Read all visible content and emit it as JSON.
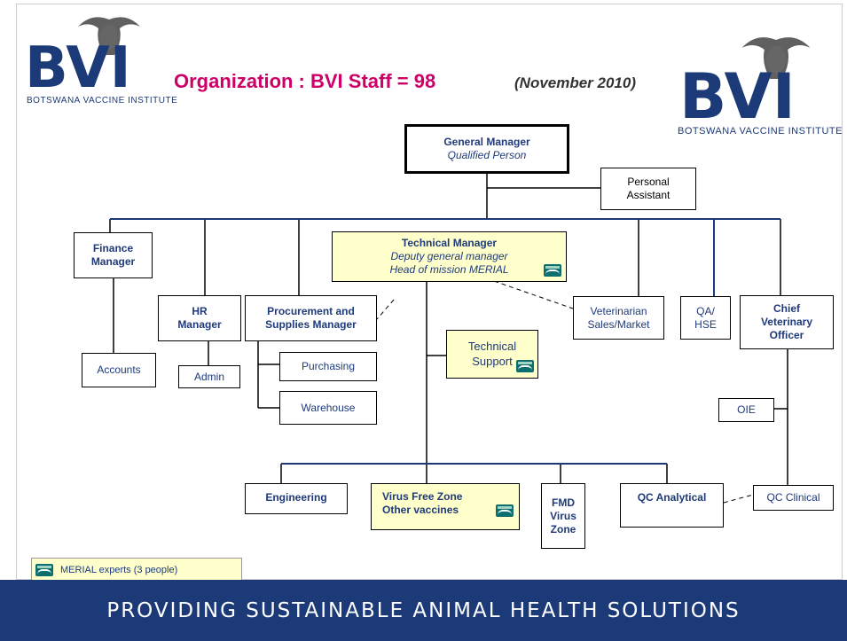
{
  "title": "Organization : BVI Staff = 98",
  "subtitle": "(November 2010)",
  "logo": {
    "letters": "BVI",
    "text": "BOTSWANA VACCINE INSTITUTE"
  },
  "boxes": {
    "gm": {
      "title": "General Manager",
      "sub": "Qualified Person"
    },
    "pa": {
      "line1": "Personal",
      "line2": "Assistant"
    },
    "finance": {
      "line1": "Finance",
      "line2": "Manager"
    },
    "tech": {
      "title": "Technical Manager",
      "sub1": "Deputy general manager",
      "sub2": "Head of mission MERIAL"
    },
    "hr": {
      "line1": "HR",
      "line2": "Manager"
    },
    "procurement": {
      "line1": "Procurement and",
      "line2": "Supplies Manager"
    },
    "vet": {
      "line1": "Veterinarian",
      "line2": "Sales/Market"
    },
    "qa": {
      "line1": "QA/",
      "line2": "HSE"
    },
    "cvo": {
      "line1": "Chief",
      "line2": "Veterinary",
      "line3": "Officer"
    },
    "accounts": {
      "label": "Accounts"
    },
    "admin": {
      "label": "Admin"
    },
    "purchasing": {
      "label": "Purchasing"
    },
    "warehouse": {
      "label": "Warehouse"
    },
    "techsupport": {
      "line1": "Technical",
      "line2": "Support"
    },
    "oie": {
      "label": "OIE"
    },
    "engineering": {
      "label": "Engineering"
    },
    "vfz": {
      "line1": "Virus Free Zone",
      "line2": "Other vaccines"
    },
    "fmd": {
      "line1": "FMD",
      "line2": "Virus",
      "line3": "Zone"
    },
    "qca": {
      "label": "QC Analytical"
    },
    "qcc": {
      "label": "QC Clinical"
    }
  },
  "legend": {
    "label": "MERIAL experts (3 people)"
  },
  "footer": {
    "tagline": "PROVIDING SUSTAINABLE ANIMAL HEALTH SOLUTIONS"
  },
  "colors": {
    "title": "#cc0066",
    "navy": "#1c3a78",
    "highlight": "#ffffcc",
    "text_blue": "#1f3a7a"
  },
  "icons": {
    "merial_badge": "merial-logo-icon",
    "buffalo": "buffalo-head-icon"
  }
}
